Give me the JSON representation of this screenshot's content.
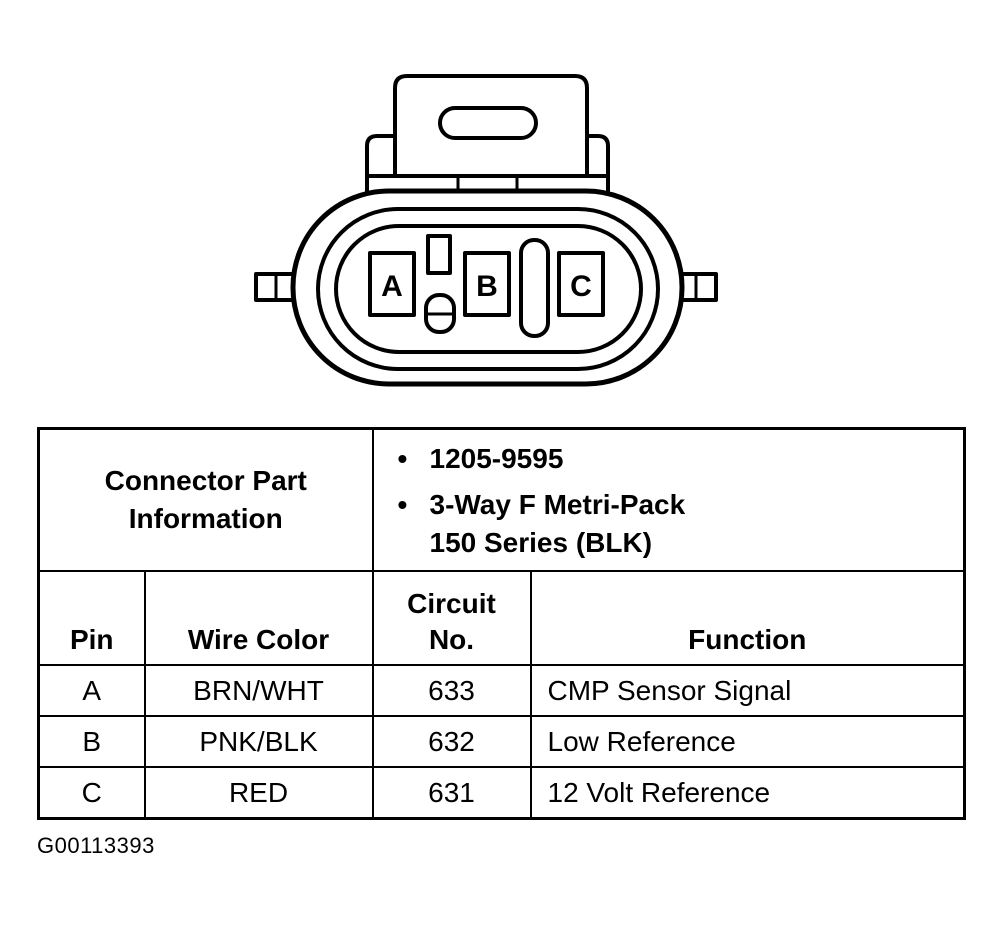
{
  "connector": {
    "pin_labels": [
      "A",
      "B",
      "C"
    ]
  },
  "table": {
    "part_info_label_line1": "Connector Part",
    "part_info_label_line2": "Information",
    "part_info_items": [
      {
        "line1": "1205-9595",
        "line2": ""
      },
      {
        "line1": "3-Way F Metri-Pack",
        "line2": "150 Series (BLK)"
      }
    ],
    "bullet_glyph": "•",
    "columns": {
      "pin": "Pin",
      "wire_color": "Wire Color",
      "circuit_line1": "Circuit",
      "circuit_line2": "No.",
      "function": "Function"
    },
    "rows": [
      {
        "pin": "A",
        "wire_color": "BRN/WHT",
        "circuit": "633",
        "function": "CMP Sensor Signal"
      },
      {
        "pin": "B",
        "wire_color": "PNK/BLK",
        "circuit": "632",
        "function": "Low Reference"
      },
      {
        "pin": "C",
        "wire_color": "RED",
        "circuit": "631",
        "function": "12 Volt Reference"
      }
    ]
  },
  "footer": {
    "code": "G00113393"
  }
}
